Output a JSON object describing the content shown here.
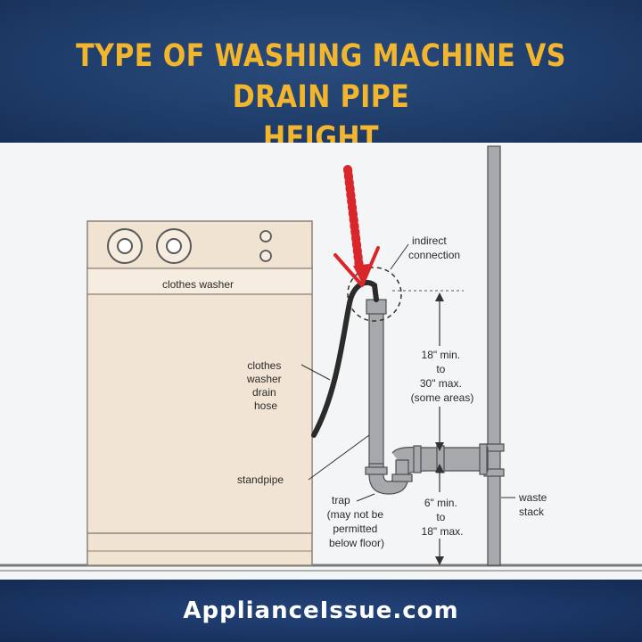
{
  "title": {
    "line1": "TYPE OF WASHING MACHINE VS DRAIN PIPE",
    "line2": "HEIGHT"
  },
  "diagram": {
    "washer_label": "clothes washer",
    "indirect_connection": [
      "indirect",
      "connection"
    ],
    "hose_label": [
      "clothes",
      "washer",
      "drain",
      "hose"
    ],
    "standpipe_label": "standpipe",
    "height_upper": [
      "18\" min.",
      "to",
      "30\" max.",
      "(some areas)"
    ],
    "height_lower": [
      "6\" min.",
      "to",
      "18\" max."
    ],
    "trap_label": [
      "trap",
      "(may not be",
      "permitted",
      "below floor)"
    ],
    "waste_stack_label": [
      "waste",
      "stack"
    ],
    "arrow_color": "#d8262b"
  },
  "footer": {
    "website": "ApplianceIssue.com"
  }
}
